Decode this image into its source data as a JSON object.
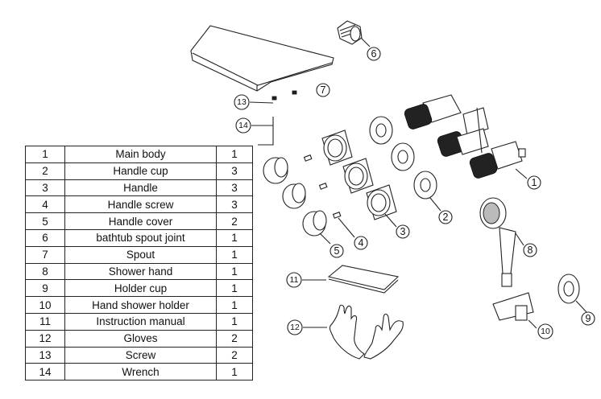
{
  "parts_table": {
    "rows": [
      {
        "num": "1",
        "name": "Main body",
        "qty": "1"
      },
      {
        "num": "2",
        "name": "Handle cup",
        "qty": "3"
      },
      {
        "num": "3",
        "name": "Handle",
        "qty": "3"
      },
      {
        "num": "4",
        "name": "Handle screw",
        "qty": "3"
      },
      {
        "num": "5",
        "name": "Handle cover",
        "qty": "2"
      },
      {
        "num": "6",
        "name": "bathtub spout joint",
        "qty": "1"
      },
      {
        "num": "7",
        "name": "Spout",
        "qty": "1"
      },
      {
        "num": "8",
        "name": "Shower hand",
        "qty": "1"
      },
      {
        "num": "9",
        "name": "Holder cup",
        "qty": "1"
      },
      {
        "num": "10",
        "name": "Hand shower holder",
        "qty": "1"
      },
      {
        "num": "11",
        "name": "Instruction manual",
        "qty": "1"
      },
      {
        "num": "12",
        "name": "Gloves",
        "qty": "2"
      },
      {
        "num": "13",
        "name": "Screw",
        "qty": "2"
      },
      {
        "num": "14",
        "name": "Wrench",
        "qty": "1"
      }
    ]
  },
  "callouts": {
    "c1": "1",
    "c2": "2",
    "c3": "3",
    "c4": "4",
    "c5": "5",
    "c6": "6",
    "c7": "7",
    "c8": "8",
    "c9": "9",
    "c10": "10",
    "c11": "11",
    "c12": "12",
    "c13": "13",
    "c14": "14"
  }
}
